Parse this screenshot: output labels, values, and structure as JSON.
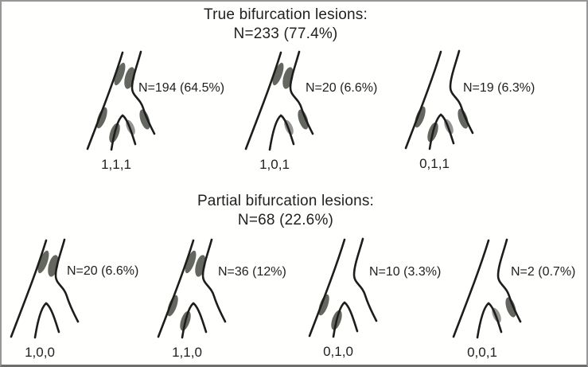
{
  "figure": {
    "groups": [
      {
        "title": "True bifurcation lesions:",
        "summary": "N=233 (77.4%)",
        "items": [
          {
            "medina": "1,1,1",
            "label": "N=194 (64.5%)"
          },
          {
            "medina": "1,0,1",
            "label": "N=20 (6.6%)"
          },
          {
            "medina": "0,1,1",
            "label": "N=19 (6.3%)"
          }
        ]
      },
      {
        "title": "Partial bifurcation lesions:",
        "summary": "N=68 (22.6%)",
        "items": [
          {
            "medina": "1,0,0",
            "label": "N=20 (6.6%)"
          },
          {
            "medina": "1,1,0",
            "label": "N=36 (12%)"
          },
          {
            "medina": "0,1,0",
            "label": "N=10 (3.3%)"
          },
          {
            "medina": "0,0,1",
            "label": "N=2 (0.7%)"
          }
        ]
      }
    ],
    "colors": {
      "vessel_line": "#1d1d1b",
      "lesion_dark": "#63675f",
      "lesion_light": "#929792",
      "text": "#242021",
      "border": "#979797"
    }
  }
}
